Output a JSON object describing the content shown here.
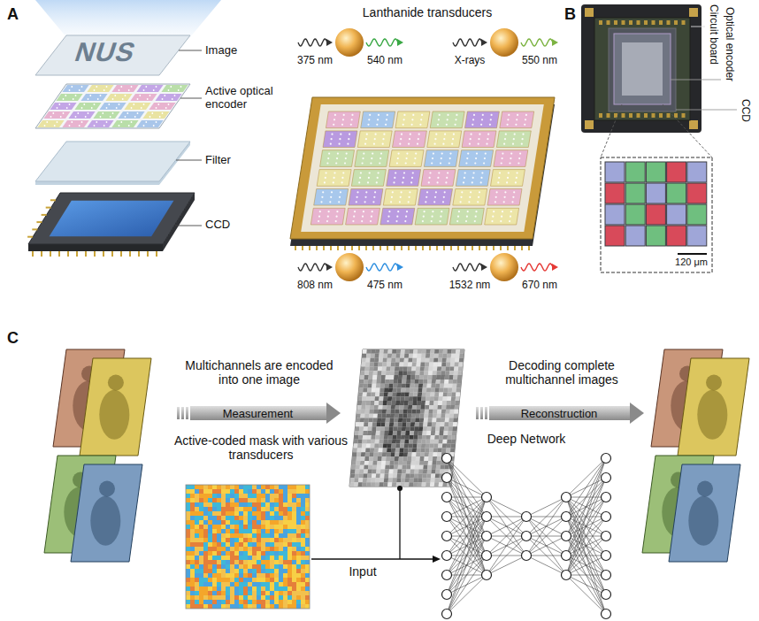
{
  "diagram": {
    "nodes": [
      {
        "text": [
          "Measurement"
        ]
      },
      {
        "text": [
          "Reconstruction"
        ]
      }
    ],
    "labels": [
      "A",
      "Image",
      "Active optical encoder",
      "Filter",
      "CCD",
      "Lanthanide transducers",
      "375 nm",
      "540 nm",
      "X-rays",
      "550 nm",
      "808 nm",
      "475 nm",
      "1532 nm",
      "670 nm",
      "NUS",
      "B",
      "Circuit board",
      "Optical encoder",
      "CCD",
      "120 μm",
      "C",
      "Multichannels are encoded into one image",
      "Active-coded mask with various transducers",
      "Decoding complete multichannel images",
      "Deep Network",
      "Input"
    ]
  }
}
